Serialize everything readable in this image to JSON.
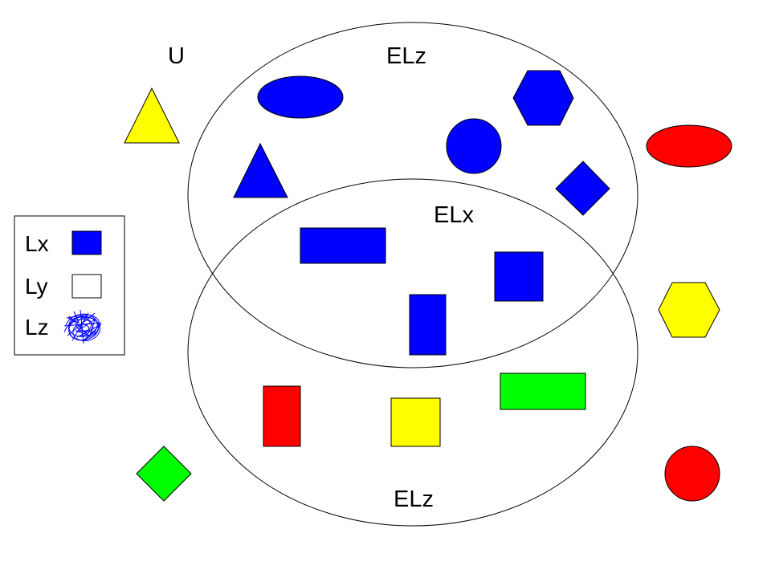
{
  "labels": {
    "universe": "U",
    "top_set": "ELz",
    "middle_set": "ELx",
    "bottom_set": "ELz"
  },
  "legend": {
    "items": [
      {
        "label": "Lx",
        "swatch": "blue-square"
      },
      {
        "label": "Ly",
        "swatch": "white-square"
      },
      {
        "label": "Lz",
        "swatch": "blue-scribble"
      }
    ]
  },
  "colors": {
    "blue": "#0000ff",
    "red": "#ff0000",
    "yellow": "#ffff00",
    "green": "#00ff00",
    "white": "#ffffff",
    "outline": "#000000"
  },
  "shapes": [
    {
      "kind": "triangle",
      "color": "yellow",
      "region": "outside"
    },
    {
      "kind": "ellipse",
      "color": "blue",
      "region": "top-set-only"
    },
    {
      "kind": "triangle",
      "color": "blue",
      "region": "top-set-only"
    },
    {
      "kind": "hexagon",
      "color": "blue",
      "region": "top-set-only"
    },
    {
      "kind": "circle",
      "color": "blue",
      "region": "top-set-only"
    },
    {
      "kind": "diamond",
      "color": "blue",
      "region": "top-set-only"
    },
    {
      "kind": "rectangle",
      "color": "blue",
      "region": "intersection"
    },
    {
      "kind": "square",
      "color": "blue",
      "region": "intersection"
    },
    {
      "kind": "rectangle",
      "color": "blue",
      "region": "intersection"
    },
    {
      "kind": "rectangle",
      "color": "red",
      "region": "bottom-set-only"
    },
    {
      "kind": "square",
      "color": "yellow",
      "region": "bottom-set-only"
    },
    {
      "kind": "rectangle",
      "color": "green",
      "region": "bottom-set-only"
    },
    {
      "kind": "ellipse",
      "color": "red",
      "region": "outside"
    },
    {
      "kind": "hexagon",
      "color": "yellow",
      "region": "outside"
    },
    {
      "kind": "circle",
      "color": "red",
      "region": "outside"
    },
    {
      "kind": "diamond",
      "color": "green",
      "region": "outside"
    }
  ]
}
